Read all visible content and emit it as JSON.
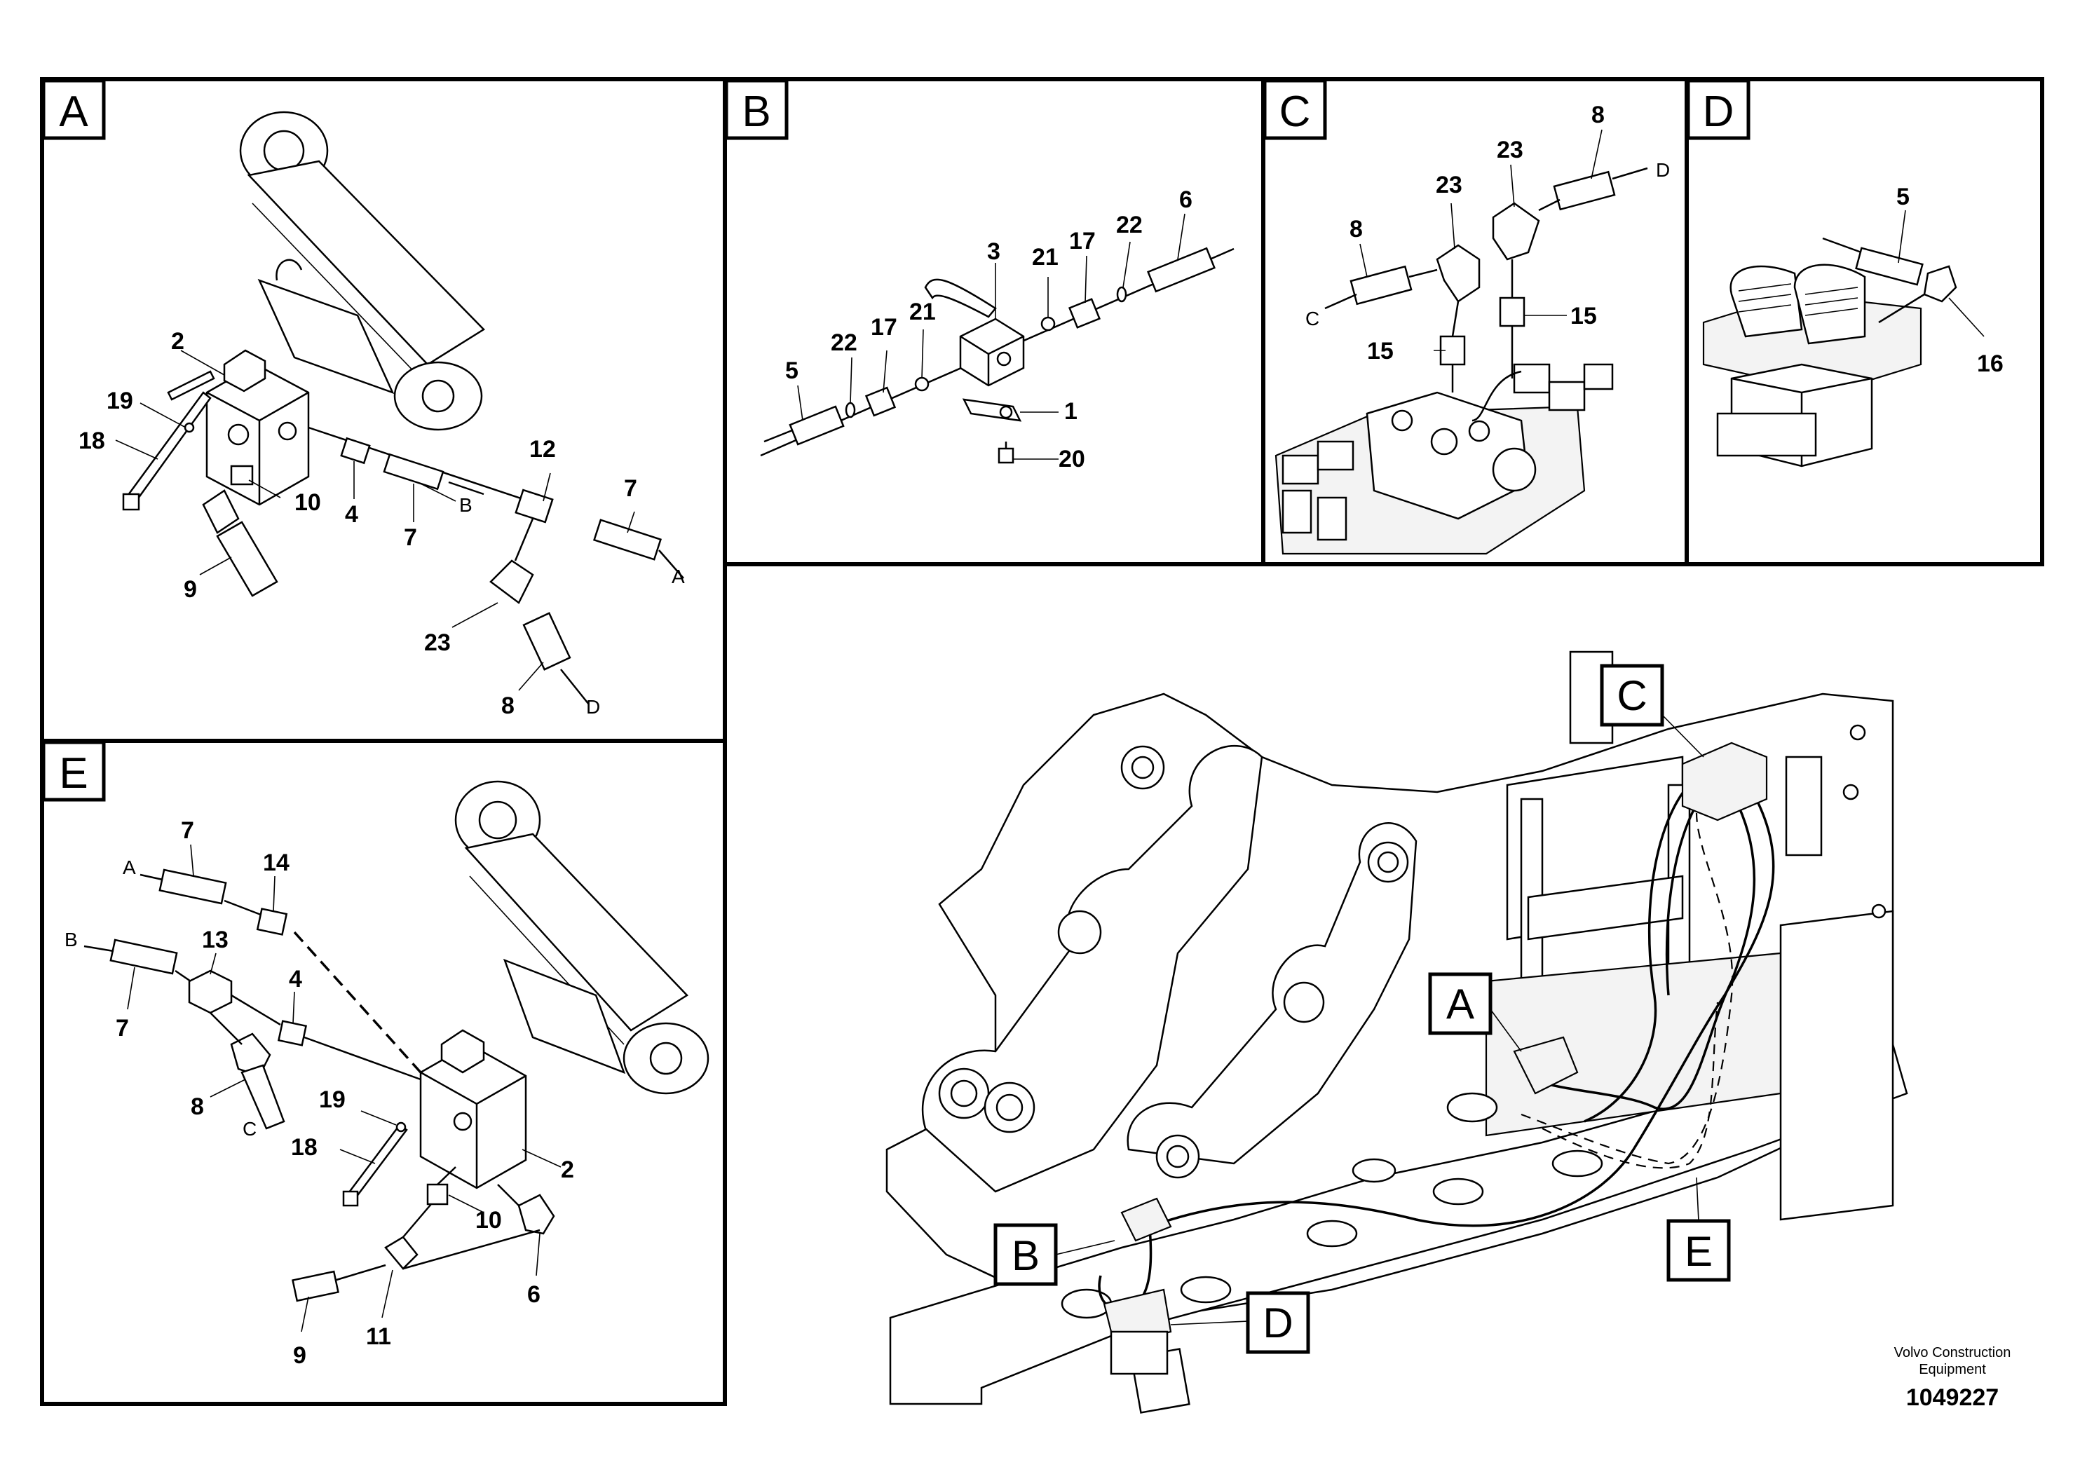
{
  "panels": {
    "A": {
      "letter": "A",
      "labels": {
        "p2": "2",
        "p19": "19",
        "p18": "18",
        "p10": "10",
        "p4": "4",
        "p7": "7",
        "p7b": "7",
        "p9": "9",
        "p12": "12",
        "p23": "23",
        "p8": "8"
      },
      "ends": {
        "B": "B",
        "A": "A",
        "D": "D"
      }
    },
    "B": {
      "letter": "B",
      "labels": {
        "p5": "5",
        "p22a": "22",
        "p17a": "17",
        "p21a": "21",
        "p3": "3",
        "p21b": "21",
        "p17b": "17",
        "p22b": "22",
        "p6": "6",
        "p1": "1",
        "p20": "20"
      }
    },
    "C": {
      "letter": "C",
      "labels": {
        "p8a": "8",
        "p23a": "23",
        "p23b": "23",
        "p8b": "8",
        "p15a": "15",
        "p15b": "15"
      },
      "ends": {
        "C": "C",
        "D": "D"
      }
    },
    "D": {
      "letter": "D",
      "labels": {
        "p5": "5",
        "p16": "16"
      }
    },
    "E": {
      "letter": "E",
      "labels": {
        "p7a": "7",
        "p14": "14",
        "p13": "13",
        "p4": "4",
        "p7b": "7",
        "p8": "8",
        "p19": "19",
        "p18": "18",
        "p2": "2",
        "p10": "10",
        "p6": "6",
        "p9": "9",
        "p11": "11"
      },
      "ends": {
        "A": "A",
        "B": "B",
        "C": "C"
      }
    }
  },
  "overview": {
    "callouts": {
      "A": "A",
      "B": "B",
      "C": "C",
      "D": "D",
      "E": "E"
    }
  },
  "footer": {
    "brand_line1": "Volvo Construction",
    "brand_line2": "Equipment",
    "doc_number": "1049227"
  }
}
